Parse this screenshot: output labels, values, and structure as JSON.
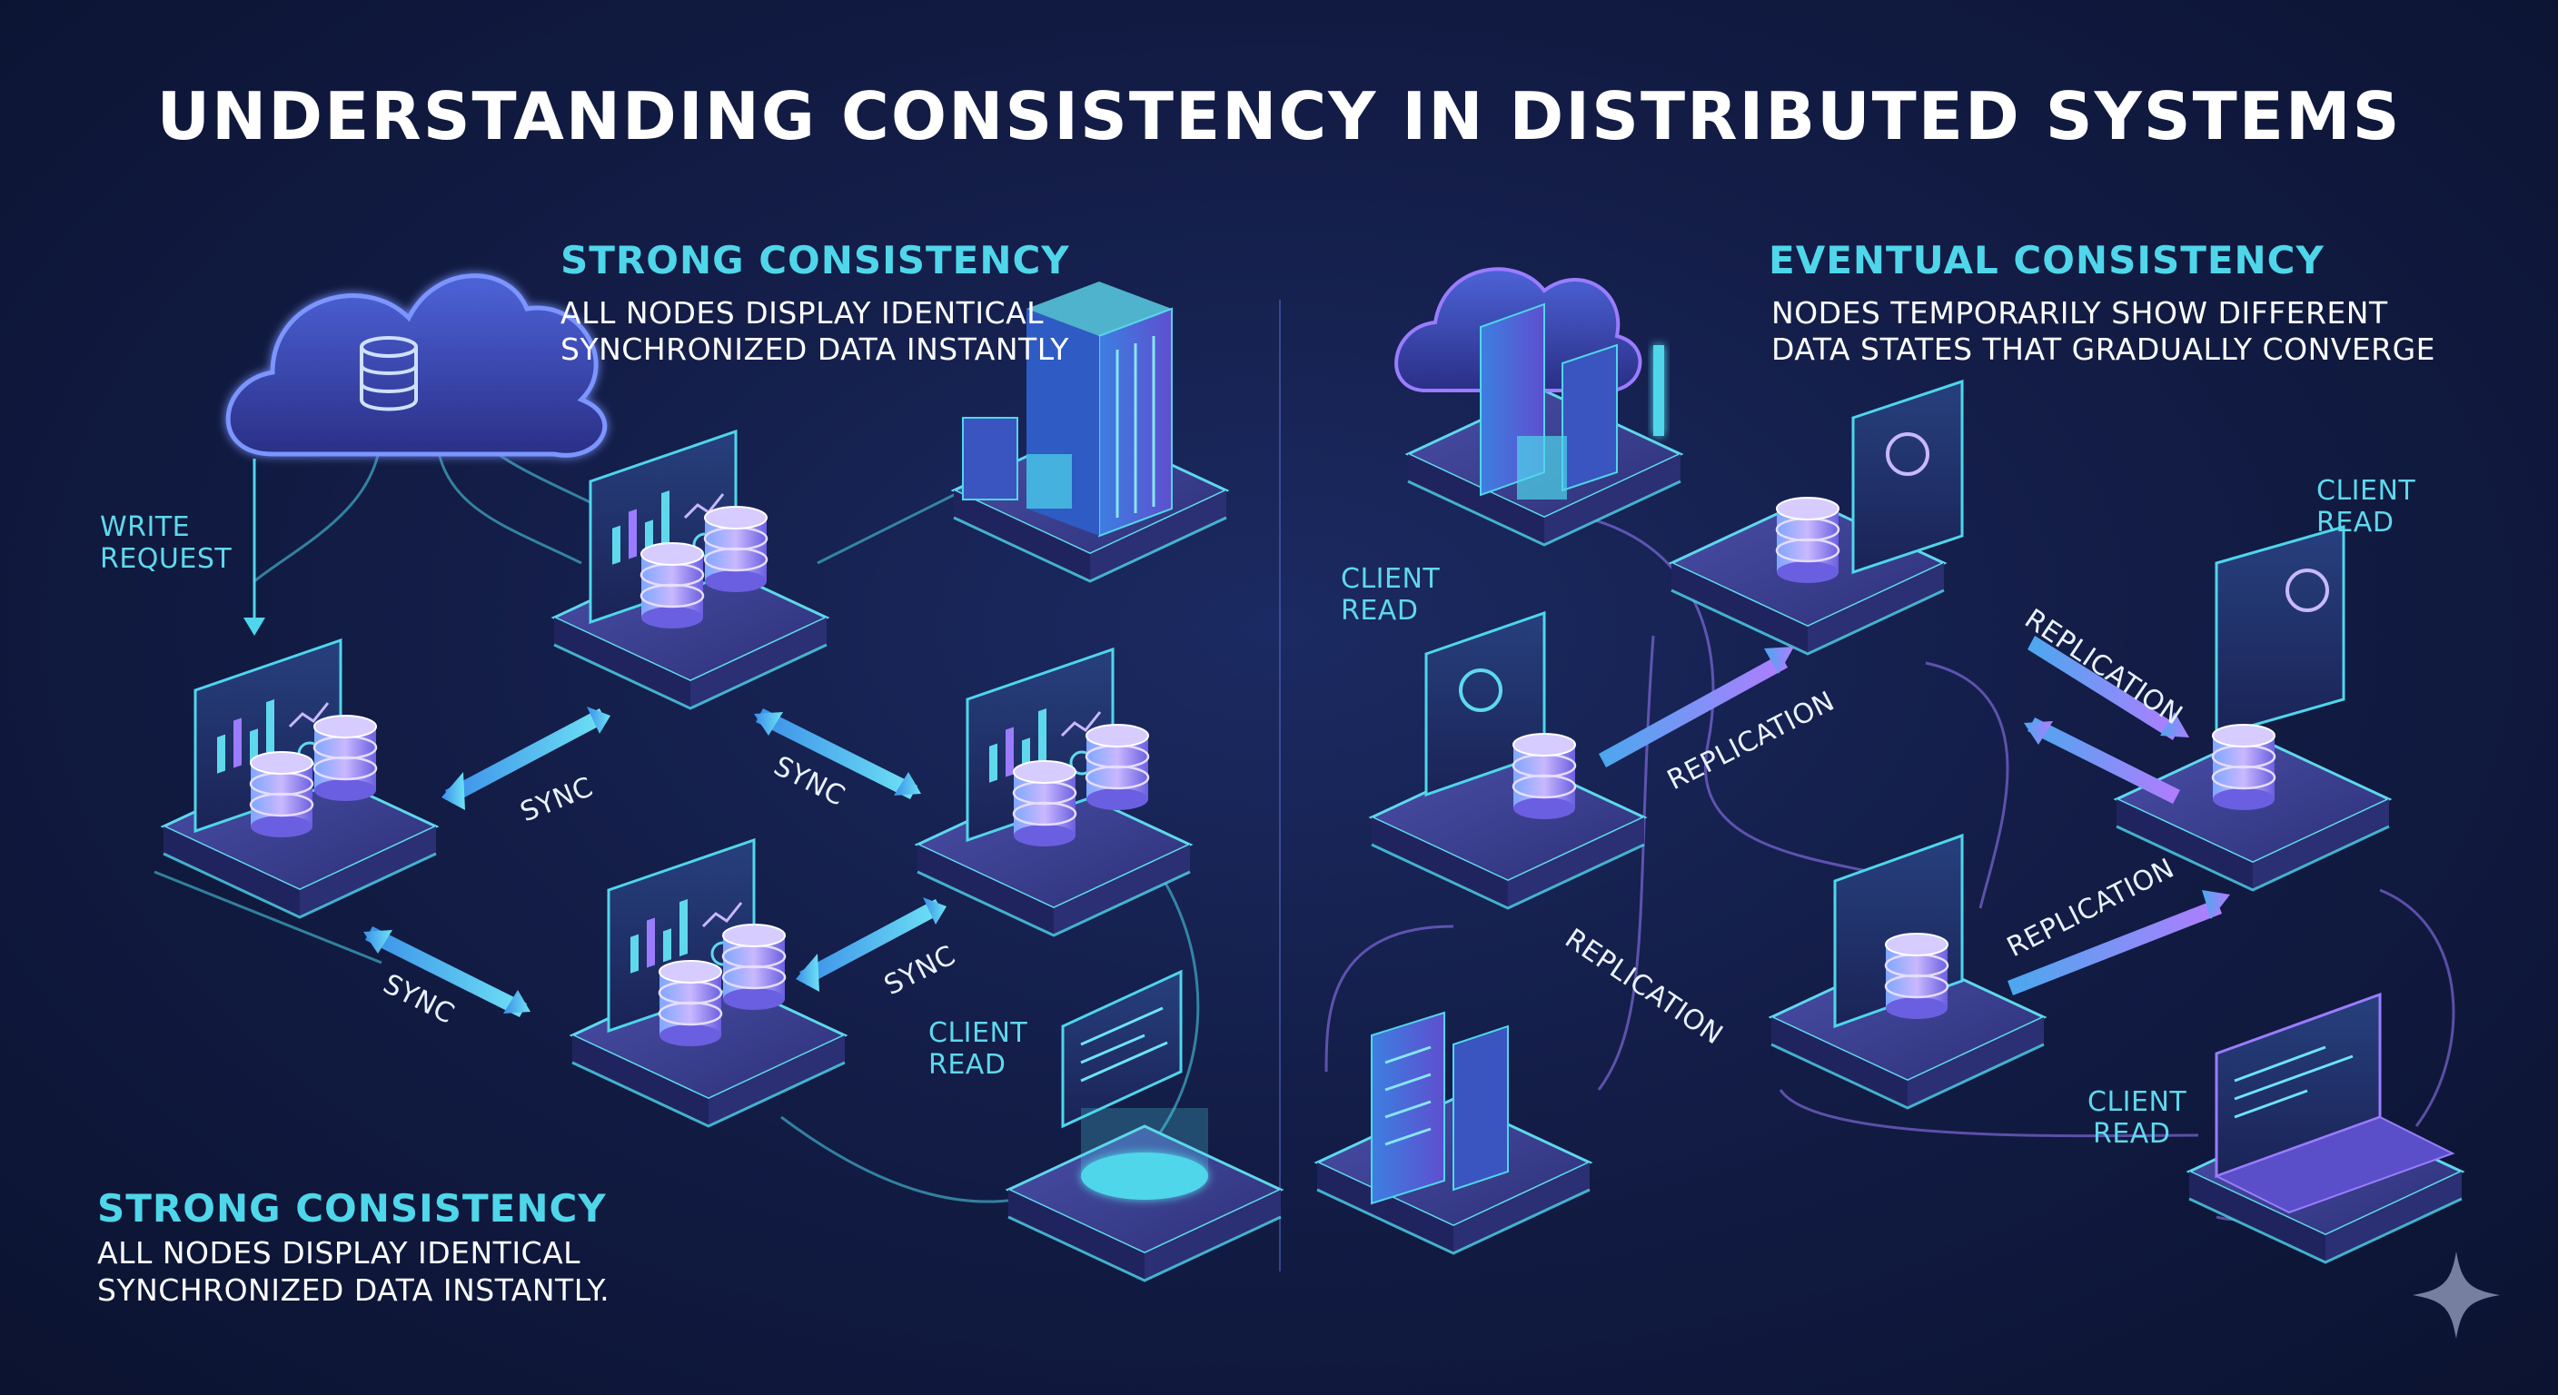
{
  "title": "UNDERSTANDING CONSISTENCY IN DISTRIBUTED SYSTEMS",
  "strong": {
    "heading": "STRONG CONSISTENCY",
    "desc_line1": "ALL NODES DISPLAY IDENTICAL",
    "desc_line2": "SYNCHRONIZED DATA INSTANTLY",
    "write_request_line1": "WRITE",
    "write_request_line2": "REQUEST",
    "sync_labels": [
      "SYNC",
      "SYNC",
      "SYNC",
      "SYNC"
    ],
    "client_read_line1": "CLIENT",
    "client_read_line2": "READ",
    "footer_heading": "STRONG CONSISTENCY",
    "footer_line1": "ALL NODES DISPLAY IDENTICAL",
    "footer_line2": "SYNCHRONIZED DATA INSTANTLY."
  },
  "eventual": {
    "heading": "EVENTUAL CONSISTENCY",
    "desc_line1": "NODES TEMPORARILY SHOW DIFFERENT",
    "desc_line2": "DATA STATES THAT GRADUALLY CONVERGE",
    "replication_labels": [
      "REPLICATION",
      "REPLICATION",
      "REPLICATION",
      "REPLICATION"
    ],
    "client_reads": [
      {
        "line1": "CLIENT",
        "line2": "READ"
      },
      {
        "line1": "CLIENT",
        "line2": "READ"
      },
      {
        "line1": "CLIENT",
        "line2": "READ"
      }
    ]
  },
  "colors": {
    "background": "#131d47",
    "cyan_accent": "#4fd6ea",
    "violet_accent": "#9b7cff",
    "platform": "#3a3f8f"
  },
  "icons": [
    "cloud-database-icon",
    "server-node-icon",
    "database-cylinder-icon",
    "monitor-chart-icon",
    "building-icon",
    "laptop-icon",
    "sparkle-icon"
  ]
}
